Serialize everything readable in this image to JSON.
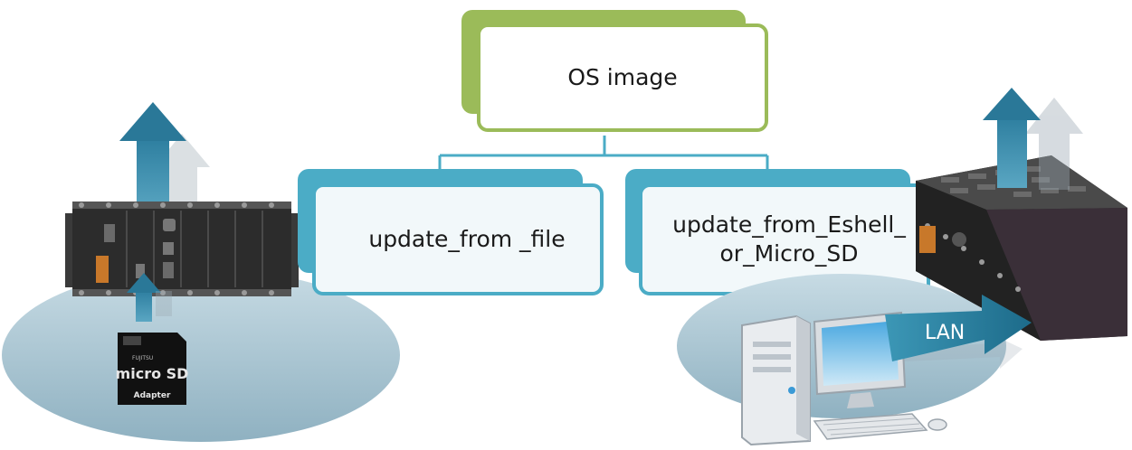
{
  "diagram": {
    "root": {
      "label": "OS image"
    },
    "children": [
      {
        "label": "update_from _file"
      },
      {
        "label": "update_from_Eshell_ or_Micro_SD"
      }
    ],
    "connection": {
      "label": "LAN"
    },
    "sd_card": {
      "brand": "micro SD",
      "caption": "Adapter"
    },
    "colors": {
      "root_accent": "#9bbb59",
      "child_accent": "#4bacc6",
      "box_fill": "#f2f8fa",
      "arrow": "#3f8aa8",
      "ellipse": "#a8c6d3"
    },
    "icons": [
      "up-arrow-icon",
      "controller-device-icon",
      "sd-card-icon",
      "desktop-computer-icon",
      "controller-chassis-icon",
      "lan-arrow-icon"
    ]
  }
}
